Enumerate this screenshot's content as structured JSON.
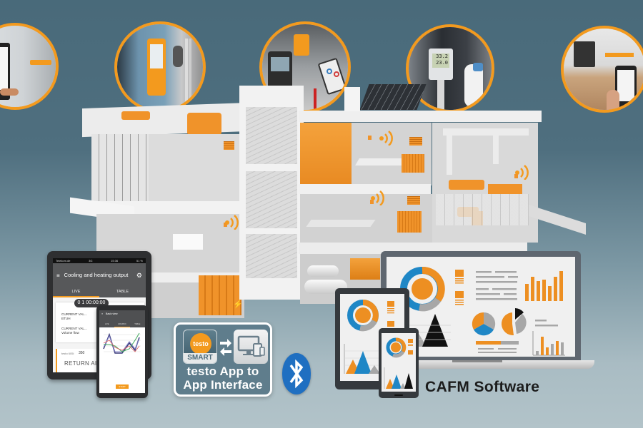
{
  "background": {
    "top_color": "#496a7a",
    "bottom_color": "#b2c3c9",
    "accent": "#f39a1e"
  },
  "photo_circles": [
    {
      "id": "smartphone-probes",
      "subject": "hand holding smartphone with wireless probes"
    },
    {
      "id": "flue-gas-analyzer",
      "subject": "testo flue gas analyzer mounted at boiler"
    },
    {
      "id": "refrigeration-manifold",
      "subject": "digital manifold with smartphone app"
    },
    {
      "id": "data-logger",
      "subject": "data logger display",
      "display_values": [
        "33.2",
        "23.0"
      ]
    },
    {
      "id": "air-flow-measurement",
      "subject": "smartphone with air flow probe at workspace"
    }
  ],
  "tablet_app": {
    "status_bar": {
      "carrier": "Telekom.de",
      "network": "3G",
      "time": "15:36",
      "battery": "51 %"
    },
    "title": "Cooling and heating output",
    "tabs": [
      {
        "label": "LIVE",
        "active": true
      },
      {
        "label": "TABLE",
        "active": false
      }
    ],
    "timer": "0 1 00:00:00",
    "values": [
      {
        "label": "CURRENT VAL...",
        "unit": "BTUH"
      },
      {
        "label": "CURRENT VAL...",
        "unit": "Volume flow"
      }
    ],
    "probe": {
      "name": "testo 605i",
      "value": "350",
      "location": "RETURN AIR"
    }
  },
  "phone_app": {
    "title": "Basic view",
    "tabs": [
      {
        "label": "LIVE",
        "active": false
      },
      {
        "label": "GRAPHIC",
        "active": true
      },
      {
        "label": "TABLE",
        "active": false
      }
    ],
    "start_button": "START"
  },
  "app_interface_badge": {
    "testo_logo": "testo",
    "smart_label": "SMART",
    "caption_line1": "testo App to",
    "caption_line2": "App Interface"
  },
  "bluetooth": {
    "icon": "bluetooth-icon",
    "color": "#1f6fc1"
  },
  "cafm": {
    "label": "CAFM Software",
    "colors": {
      "orange": "#ed8f22",
      "blue": "#1f87c6",
      "gray": "#a7a7a7",
      "black": "#111111"
    }
  }
}
